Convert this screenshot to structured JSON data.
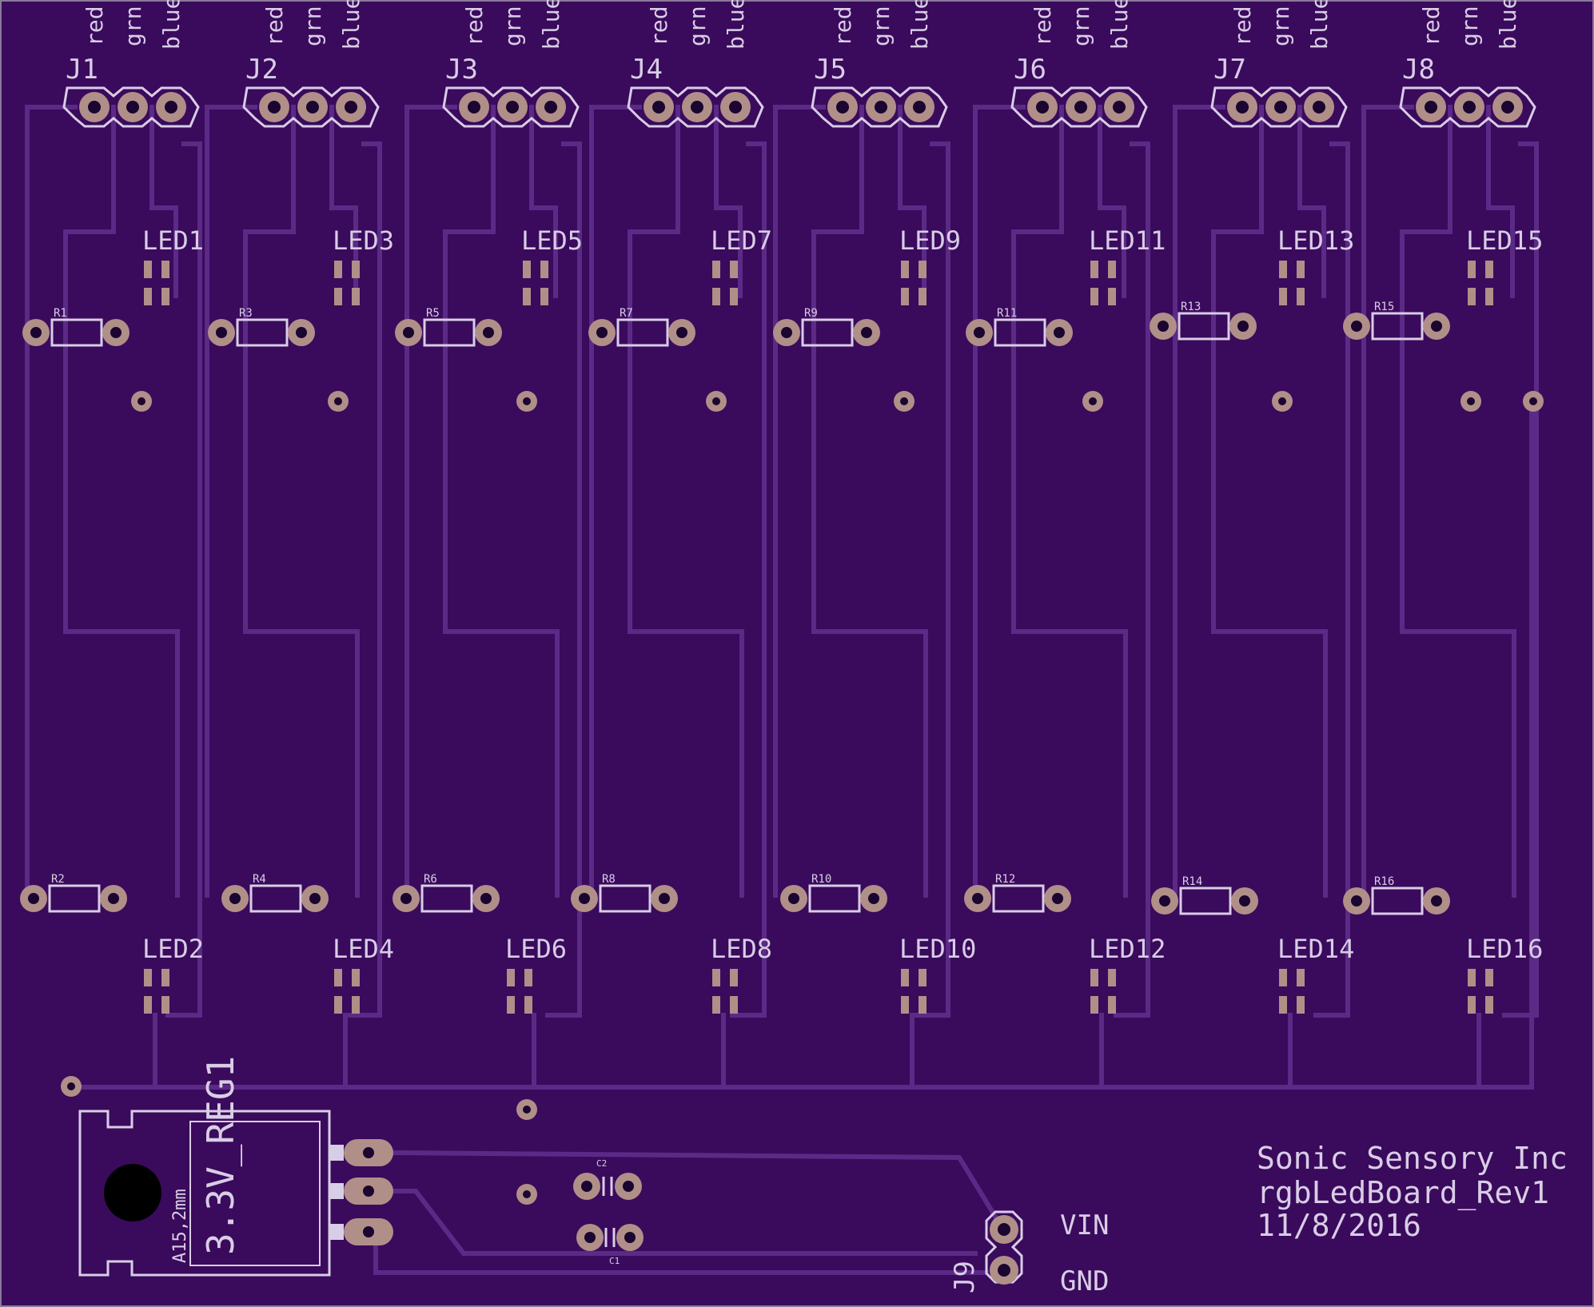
{
  "headers": [
    {
      "ref": "J1",
      "pins": [
        "red",
        "grn",
        "blue"
      ]
    },
    {
      "ref": "J2",
      "pins": [
        "red",
        "grn",
        "blue"
      ]
    },
    {
      "ref": "J3",
      "pins": [
        "red",
        "grn",
        "blue"
      ]
    },
    {
      "ref": "J4",
      "pins": [
        "red",
        "grn",
        "blue"
      ]
    },
    {
      "ref": "J5",
      "pins": [
        "red",
        "grn",
        "blue"
      ]
    },
    {
      "ref": "J6",
      "pins": [
        "red",
        "grn",
        "blue"
      ]
    },
    {
      "ref": "J7",
      "pins": [
        "red",
        "grn",
        "blue"
      ]
    },
    {
      "ref": "J8",
      "pins": [
        "red",
        "grn",
        "blue"
      ]
    }
  ],
  "leds_top": [
    "LED1",
    "LED3",
    "LED5",
    "LED7",
    "LED9",
    "LED11",
    "LED13",
    "LED15"
  ],
  "leds_bottom": [
    "LED2",
    "LED4",
    "LED6",
    "LED8",
    "LED10",
    "LED12",
    "LED14",
    "LED16"
  ],
  "resistors_top": [
    "R1",
    "R3",
    "R5",
    "R7",
    "R9",
    "R11",
    "R13",
    "R15"
  ],
  "resistors_bottom": [
    "R2",
    "R4",
    "R6",
    "R8",
    "R10",
    "R12",
    "R14",
    "R16"
  ],
  "regulator": {
    "ref": "3.3V_REG1",
    "package": "A15,2mm"
  },
  "caps": [
    "C2",
    "C1"
  ],
  "power_header": {
    "ref": "J9",
    "vin": "VIN",
    "gnd": "GND"
  },
  "title_block": {
    "company": "Sonic Sensory Inc",
    "board": "rgbLedBoard_Rev1",
    "date": "11/8/2016"
  },
  "colors": {
    "board": "#3a0a5c",
    "trace": "#5b2a86",
    "silk": "#d8cde6",
    "pad": "#b08f88"
  }
}
